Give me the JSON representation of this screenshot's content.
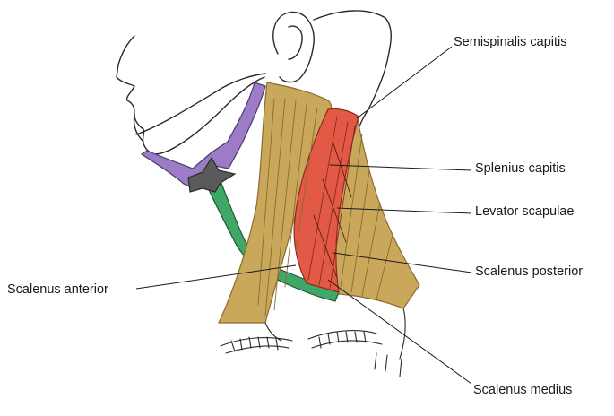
{
  "figure": {
    "labels": {
      "semispinalis_capitis": "Semispinalis capitis",
      "splenius_capitis": "Splenius capitis",
      "levator_scapulae": "Levator scapulae",
      "scalenus_posterior": "Scalenus posterior",
      "scalenus_anterior": "Scalenus anterior",
      "scalenus_medius": "Scalenus medius"
    },
    "colors": {
      "outline": "#2a2a2a",
      "muscle_tan": "#c9a85c",
      "muscle_tan_stroke": "#8a6d2c",
      "muscle_red": "#e25a45",
      "muscle_red_stroke": "#8c2a1e",
      "digastric_purple": "#9c7cc6",
      "omohyoid_green": "#3fa866",
      "hyoid_gray": "#5a5a5a",
      "leader_line": "#1a1a1a"
    }
  }
}
